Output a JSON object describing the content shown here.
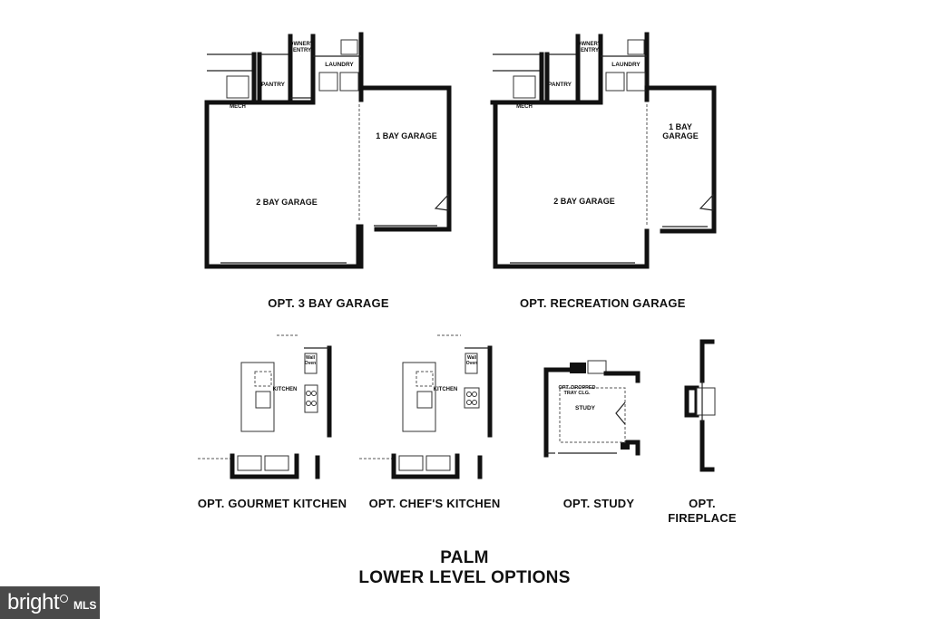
{
  "plan": {
    "name": "PALM",
    "subtitle": "LOWER LEVEL OPTIONS"
  },
  "options": [
    {
      "label": "OPT. 3 BAY GARAGE"
    },
    {
      "label": "OPT. RECREATION GARAGE"
    },
    {
      "label": "OPT. GOURMET KITCHEN"
    },
    {
      "label": "OPT. CHEF'S KITCHEN"
    },
    {
      "label": "OPT. STUDY"
    },
    {
      "label": "OPT.\nFIREPLACE"
    }
  ],
  "rooms": {
    "owners_entry_1": "OWNER'S",
    "owners_entry_2": "ENTRY",
    "laundry": "LAUNDRY",
    "pantry": "PANTRY",
    "mech": "MECH",
    "two_bay_garage": "2 BAY GARAGE",
    "one_bay_garage": "1 BAY GARAGE",
    "one_bay_1": "1 BAY",
    "one_bay_2": "GARAGE",
    "kitchen": "KITCHEN",
    "wall_oven_1": "Wall",
    "wall_oven_2": "Oven",
    "study": "STUDY",
    "dropped_1": "OPT. DROPPED",
    "dropped_2": "TRAY CLG."
  },
  "watermark": {
    "brand": "bright",
    "suffix": "MLS"
  },
  "colors": {
    "ink": "#111111",
    "badge_bg": "#4a4a4a"
  }
}
